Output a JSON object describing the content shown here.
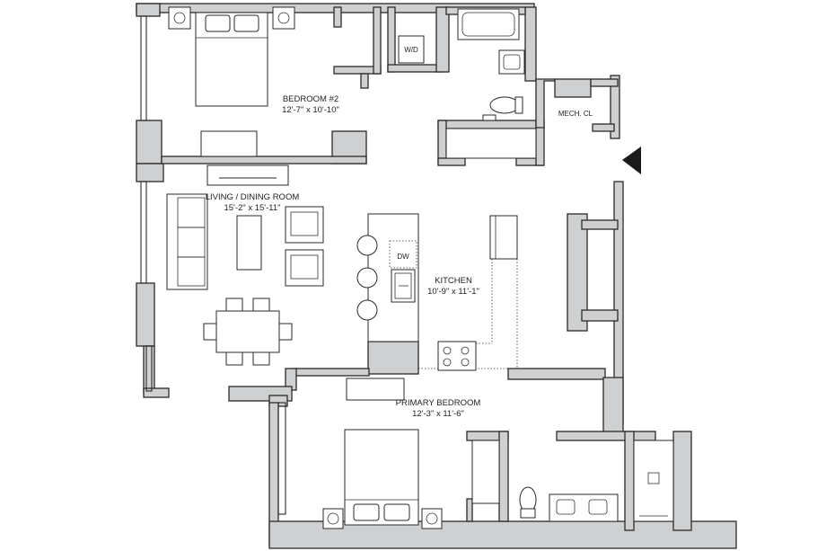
{
  "rooms": {
    "bedroom2": {
      "name": "BEDROOM #2",
      "dims": "12'-7\" x 10'-10\""
    },
    "living": {
      "name": "LIVING / DINING ROOM",
      "dims": "15'-2\" x 15'-11\""
    },
    "kitchen": {
      "name": "KITCHEN",
      "dims": "10'-9\" x 11'-1\""
    },
    "primary": {
      "name": "PRIMARY BEDROOM",
      "dims": "12'-3\" x 11'-6\""
    }
  },
  "labels": {
    "washer_dryer": "W/D",
    "mech_closet": "MECH. CL",
    "dishwasher": "DW"
  },
  "colors": {
    "wall_fill": "#cfd0d2",
    "line": "#2a2a2a"
  },
  "icons": {
    "entry": "entry-arrow-icon"
  }
}
